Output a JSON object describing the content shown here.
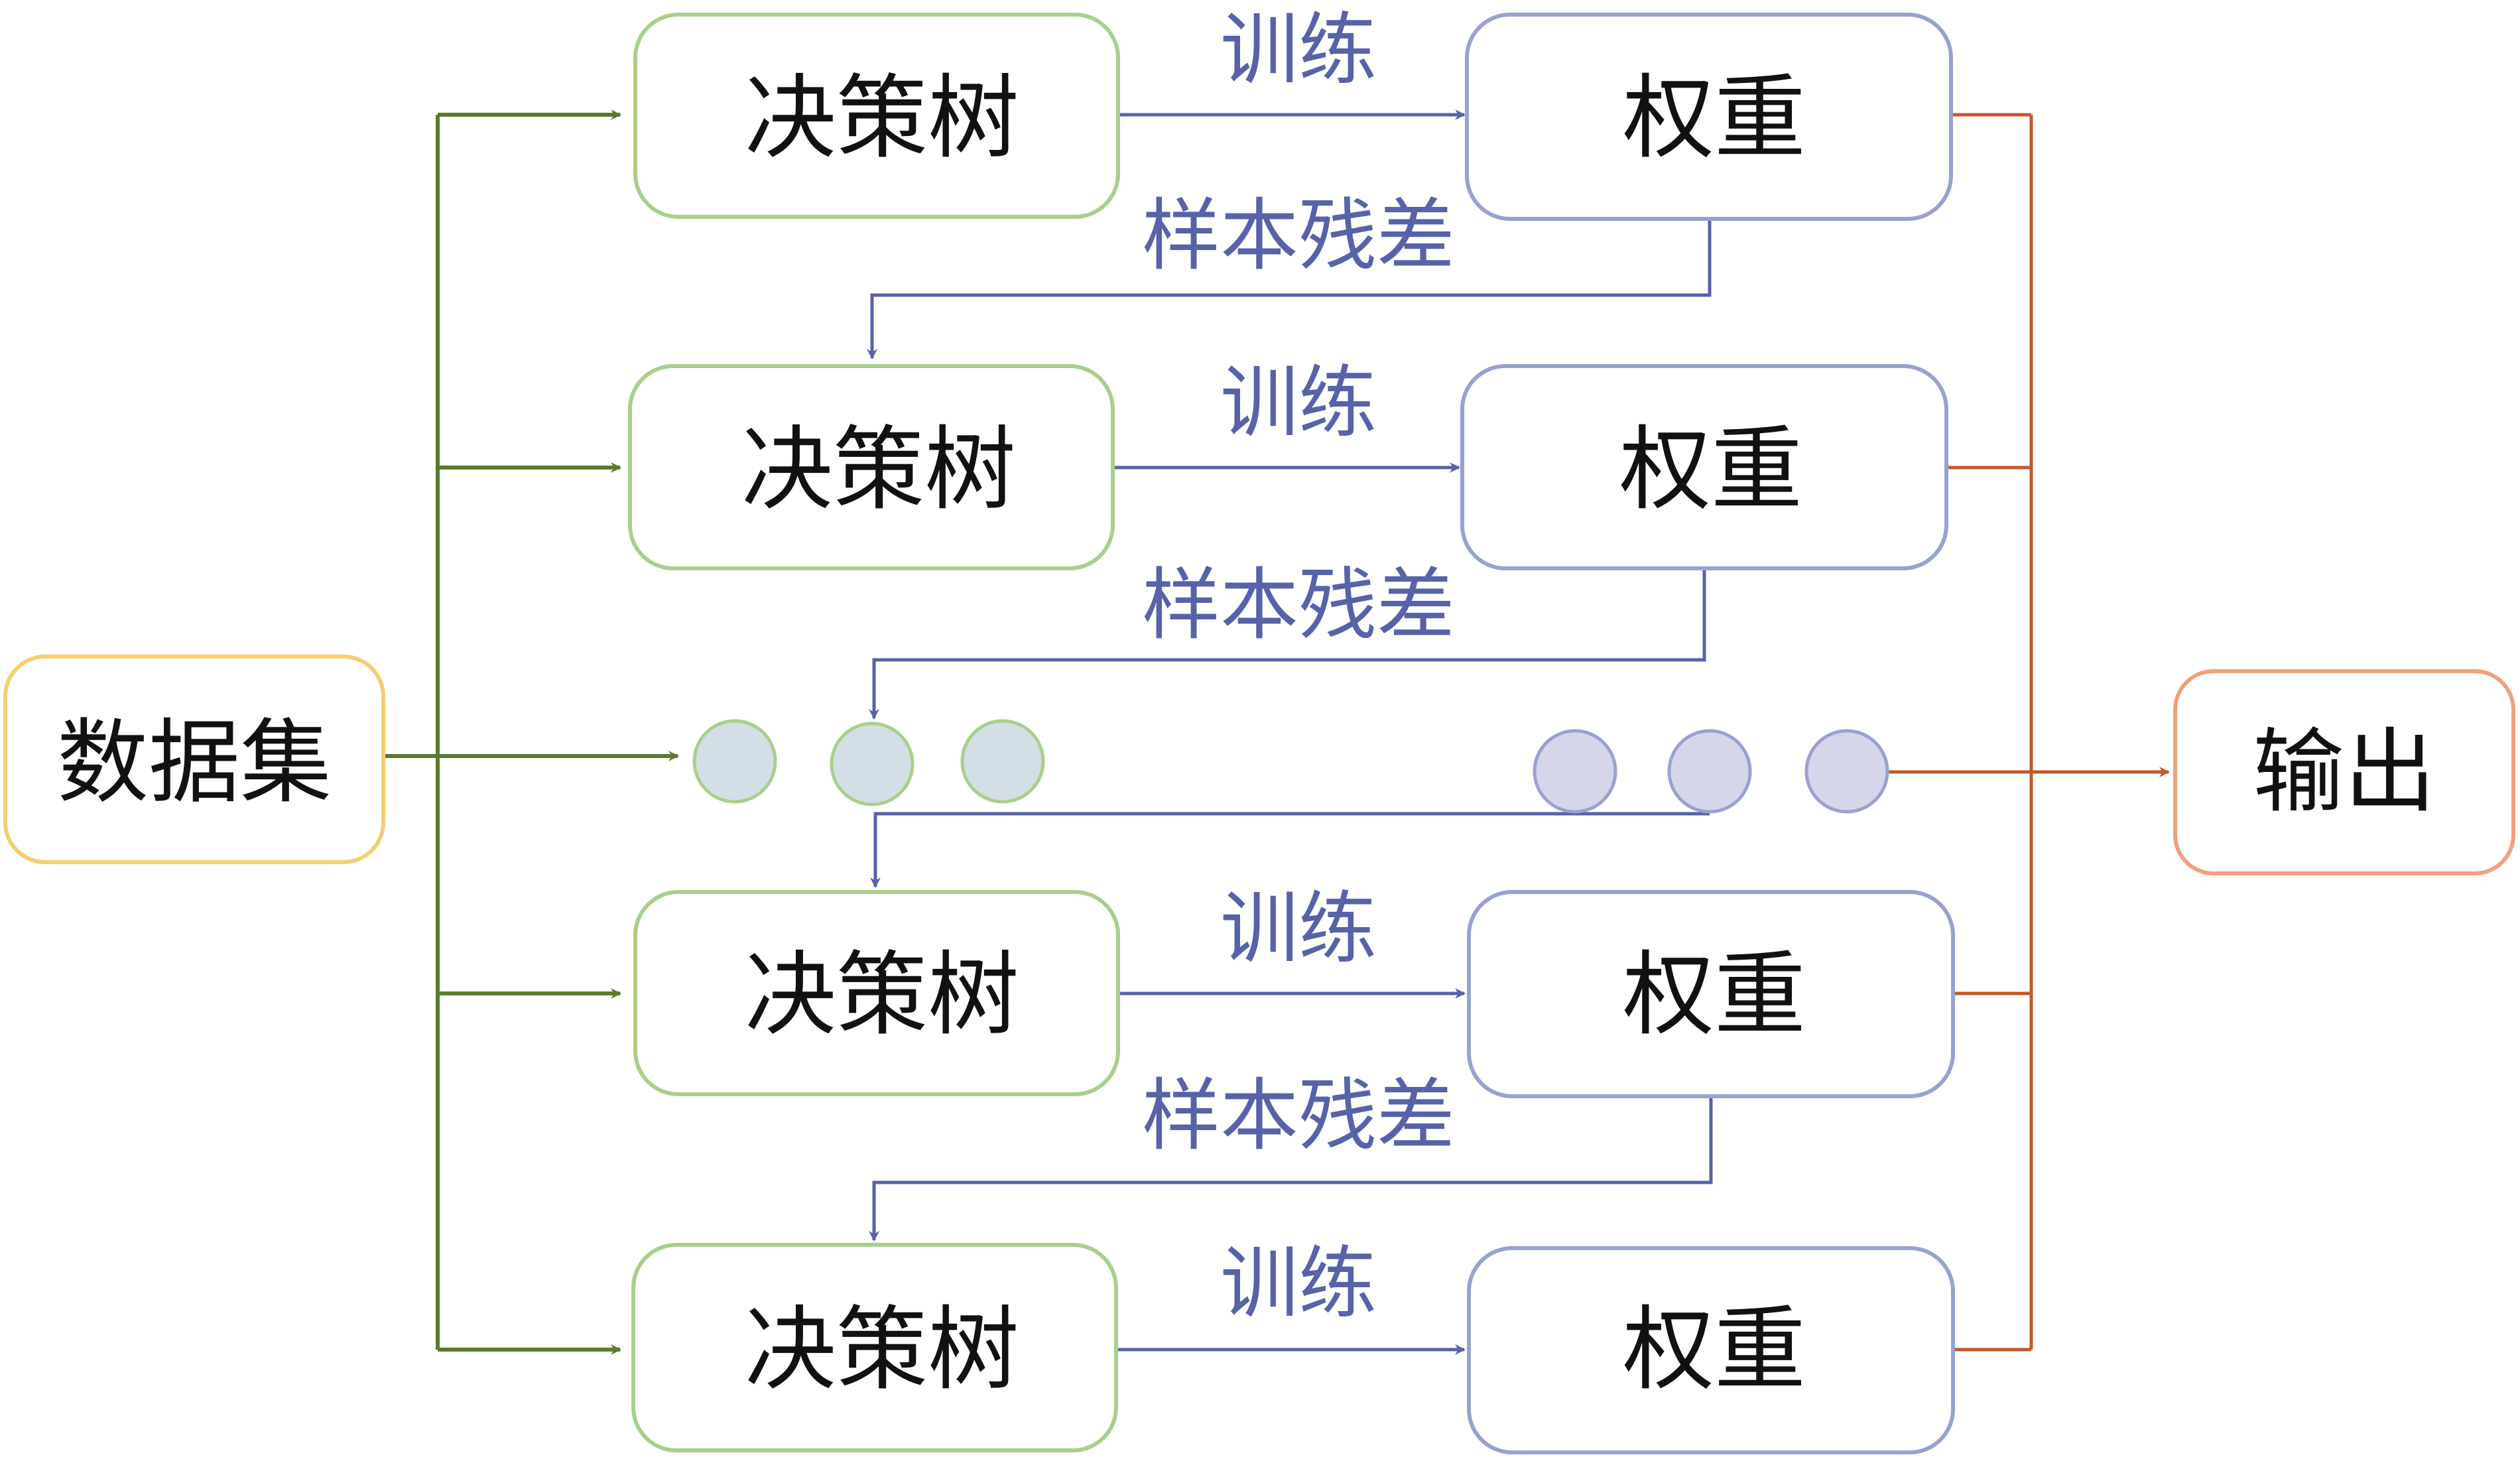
{
  "input": {
    "label": "数据集"
  },
  "output": {
    "label": "输出"
  },
  "rows": [
    {
      "tree": "决策树",
      "weight": "权重",
      "train": "训练",
      "residual": "样本残差"
    },
    {
      "tree": "决策树",
      "weight": "权重",
      "train": "训练",
      "residual": "样本残差"
    },
    {
      "tree": "决策树",
      "weight": "权重",
      "train": "训练",
      "residual": "样本残差"
    },
    {
      "tree": "决策树",
      "weight": "权重",
      "train": "训练"
    }
  ],
  "ellipsis": {
    "tree_side_dots": 3,
    "weight_side_dots": 3
  },
  "colors": {
    "data_border": "#F5CE6E",
    "tree_border": "#A9CF8C",
    "weight_border": "#98A2CF",
    "output_border": "#EEA17E",
    "green_arrow": "#5B7A2D",
    "blue_arrow": "#5762A8",
    "orange_line": "#C2582B",
    "label_blue": "#5762A8",
    "dot_green_fill": "#D4DEE6",
    "dot_blue_fill": "#D6D6EA"
  }
}
